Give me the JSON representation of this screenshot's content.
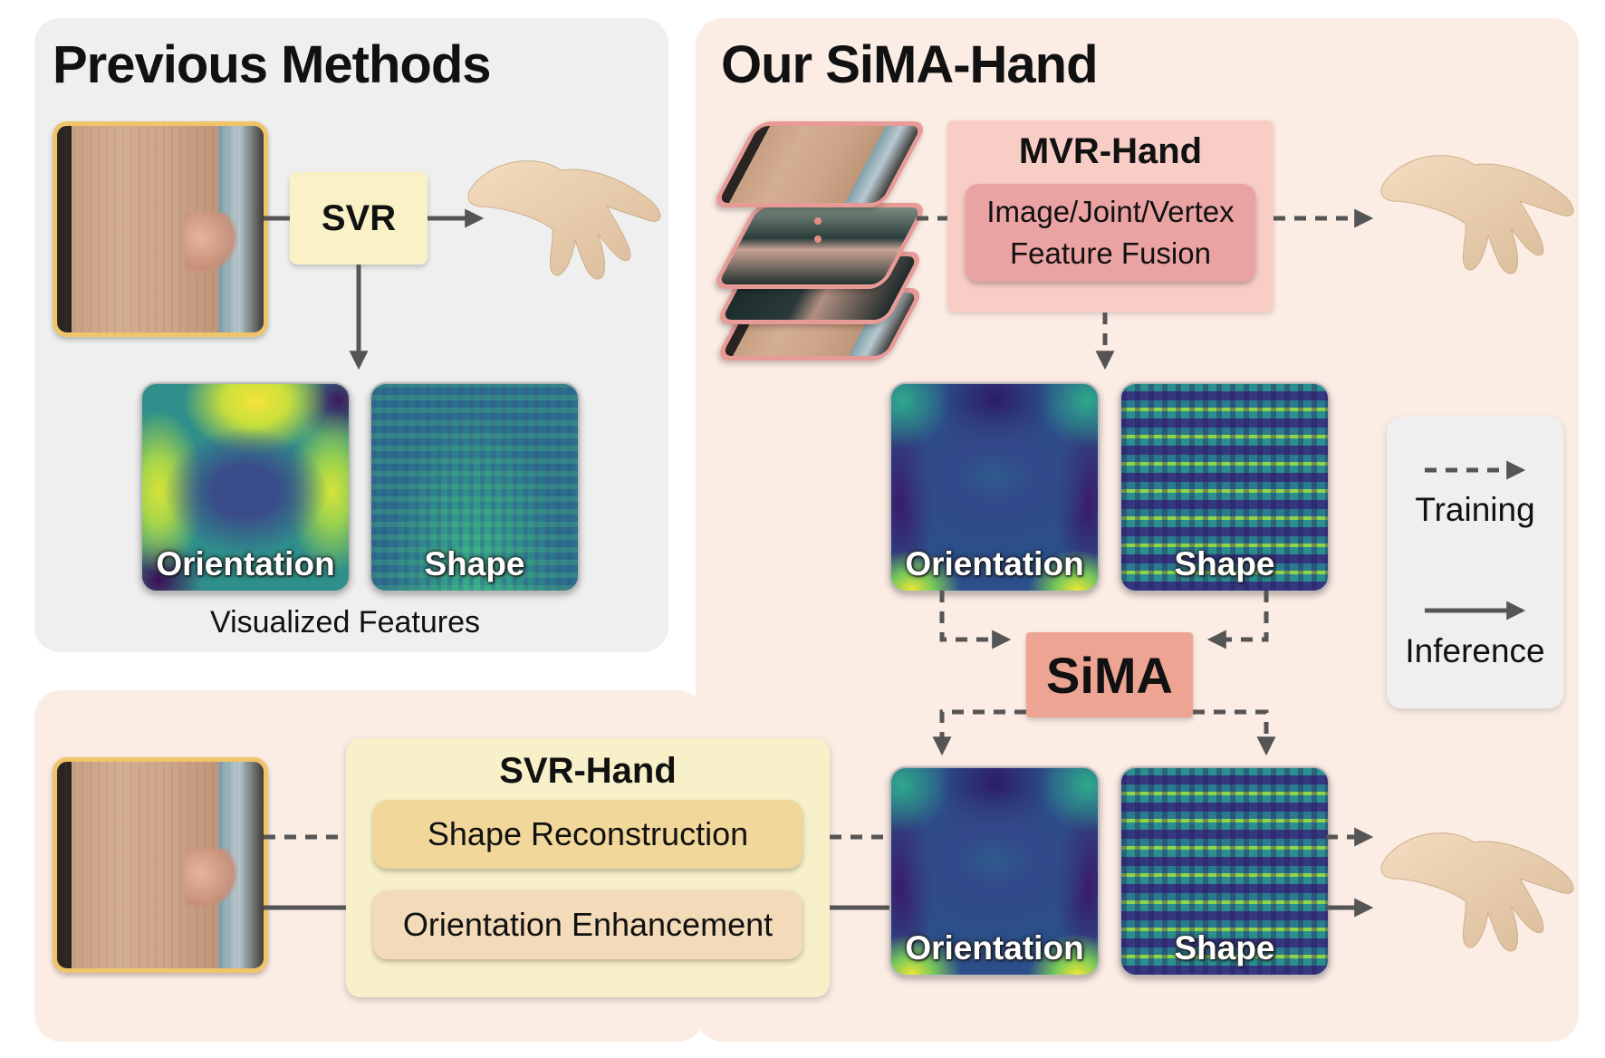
{
  "panels": {
    "previous_title": "Previous Methods",
    "ours_title": "Our SiMA-Hand"
  },
  "previous": {
    "svr_label": "SVR",
    "orientation_label": "Orientation",
    "shape_label": "Shape",
    "caption": "Visualized Features"
  },
  "ours": {
    "mvr_title": "MVR-Hand",
    "mvr_fusion_line1": "Image/Joint/Vertex",
    "mvr_fusion_line2": "Feature Fusion",
    "orientation_label": "Orientation",
    "shape_label": "Shape",
    "sima_label": "SiMA"
  },
  "legend": {
    "training_label": "Training",
    "inference_label": "Inference"
  },
  "bottom": {
    "svrhand_title": "SVR-Hand",
    "shape_reconstruction": "Shape Reconstruction",
    "orientation_enhancement": "Orientation Enhancement",
    "orientation_label": "Orientation",
    "shape_label": "Shape"
  },
  "colors": {
    "svr_box": "#faf2c6",
    "mvr_box": "#f7cdc6",
    "mvr_inner": "#eaa3a2",
    "sima_box": "#eea492",
    "shape_reconstruction_pill": "#f1d79a",
    "orientation_enhancement_pill": "#f3dab8",
    "arrow": "#555555",
    "photo_border": "#f0c468"
  }
}
